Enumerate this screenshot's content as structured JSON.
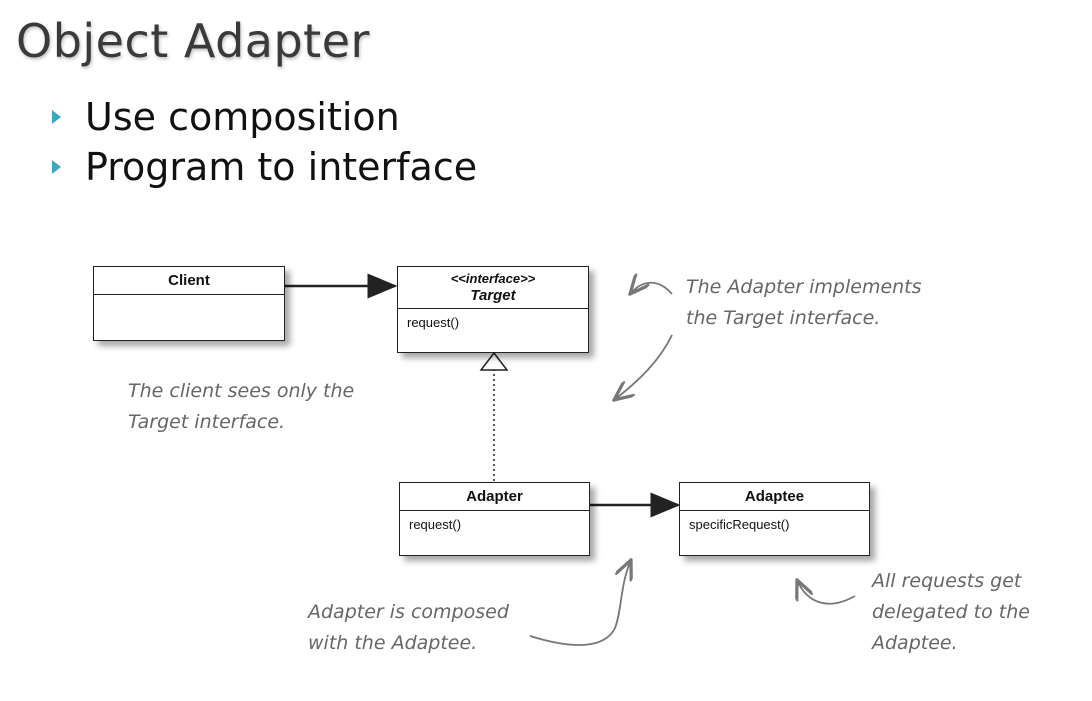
{
  "slide": {
    "title": "Object Adapter",
    "bullets": [
      "Use composition",
      "Program to interface"
    ],
    "bullet_color": "#3aa8c1"
  },
  "diagram": {
    "classes": {
      "client": {
        "name": "Client"
      },
      "target": {
        "stereotype": "<<interface>>",
        "name": "Target",
        "method": "request()"
      },
      "adapter": {
        "name": "Adapter",
        "method": "request()"
      },
      "adaptee": {
        "name": "Adaptee",
        "method": "specificRequest()"
      }
    },
    "notes": {
      "client_sees": [
        "The client sees only the",
        "Target interface."
      ],
      "adapter_implements": [
        "The Adapter implements",
        "the Target interface."
      ],
      "adapter_composed": [
        "Adapter is composed",
        "with the Adaptee."
      ],
      "requests_delegated": [
        "All requests get",
        "delegated to the",
        "Adaptee."
      ]
    }
  }
}
